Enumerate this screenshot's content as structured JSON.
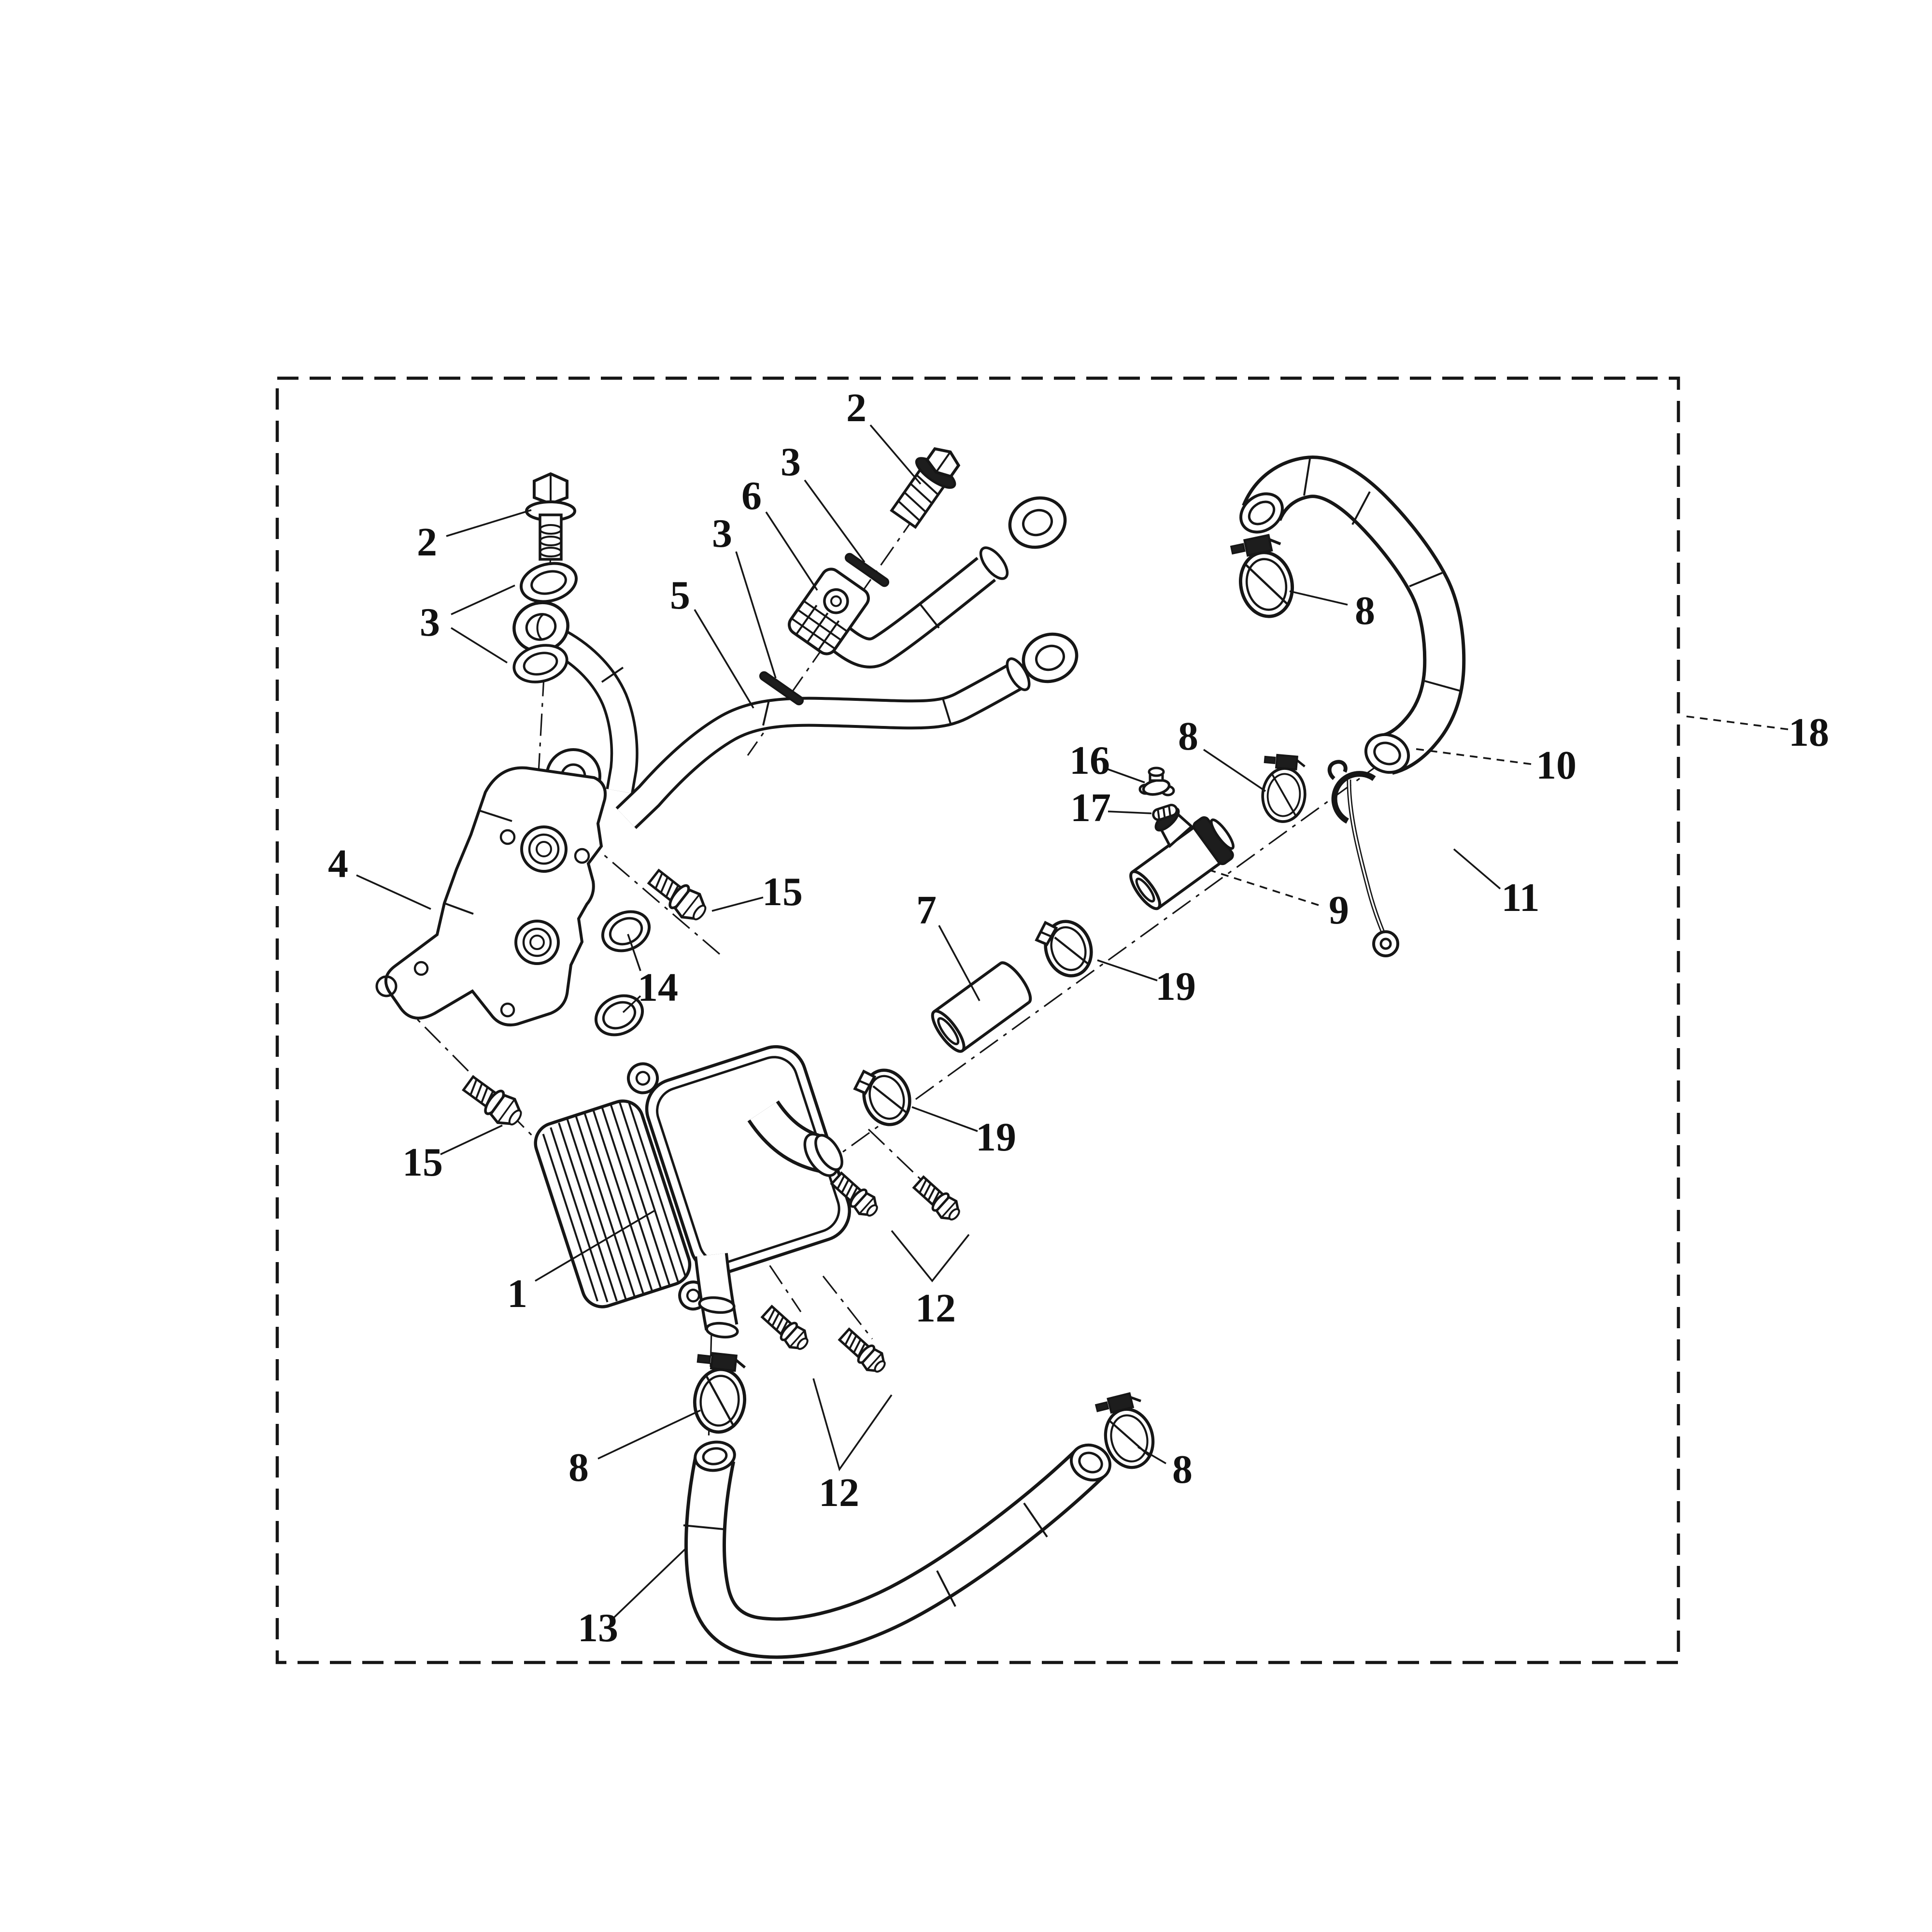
{
  "figure": {
    "kind": "exploded-parts-diagram",
    "subject": "engine oil cooler, hoses and clamps",
    "background_color": "#ffffff",
    "line_color": "#161616",
    "border_style": "dashed-rectangle"
  },
  "callouts": [
    {
      "name": "oil-cooler",
      "label": "1"
    },
    {
      "name": "banjo-bolt-top",
      "label": "2"
    },
    {
      "name": "flange-bolt-left",
      "label": "2"
    },
    {
      "name": "washer-top-upper",
      "label": "3"
    },
    {
      "name": "washer-top-lower",
      "label": "3"
    },
    {
      "name": "washers-left",
      "label": "3"
    },
    {
      "name": "bracket",
      "label": "4"
    },
    {
      "name": "hose-assembly",
      "label": "5"
    },
    {
      "name": "union-fitting",
      "label": "6"
    },
    {
      "name": "rubber-sleeve",
      "label": "7"
    },
    {
      "name": "clamp-middle",
      "label": "8"
    },
    {
      "name": "clamp-top-right",
      "label": "8"
    },
    {
      "name": "clamp-bottom-left",
      "label": "8"
    },
    {
      "name": "clamp-bottom-right",
      "label": "8"
    },
    {
      "name": "pipe-fitting",
      "label": "9"
    },
    {
      "name": "upper-hose",
      "label": "10"
    },
    {
      "name": "ground-wire",
      "label": "11"
    },
    {
      "name": "bolts-right-pair",
      "label": "12"
    },
    {
      "name": "bolts-lower-pair",
      "label": "12"
    },
    {
      "name": "lower-hose",
      "label": "13"
    },
    {
      "name": "o-rings",
      "label": "14"
    },
    {
      "name": "flange-bolt-right",
      "label": "15"
    },
    {
      "name": "flange-bolt-lower-left",
      "label": "15"
    },
    {
      "name": "breather-valve",
      "label": "16"
    },
    {
      "name": "small-clip",
      "label": "17"
    },
    {
      "name": "boundary-box",
      "label": "18"
    },
    {
      "name": "clamp-small-right",
      "label": "19"
    },
    {
      "name": "clamp-small-lower",
      "label": "19"
    }
  ]
}
